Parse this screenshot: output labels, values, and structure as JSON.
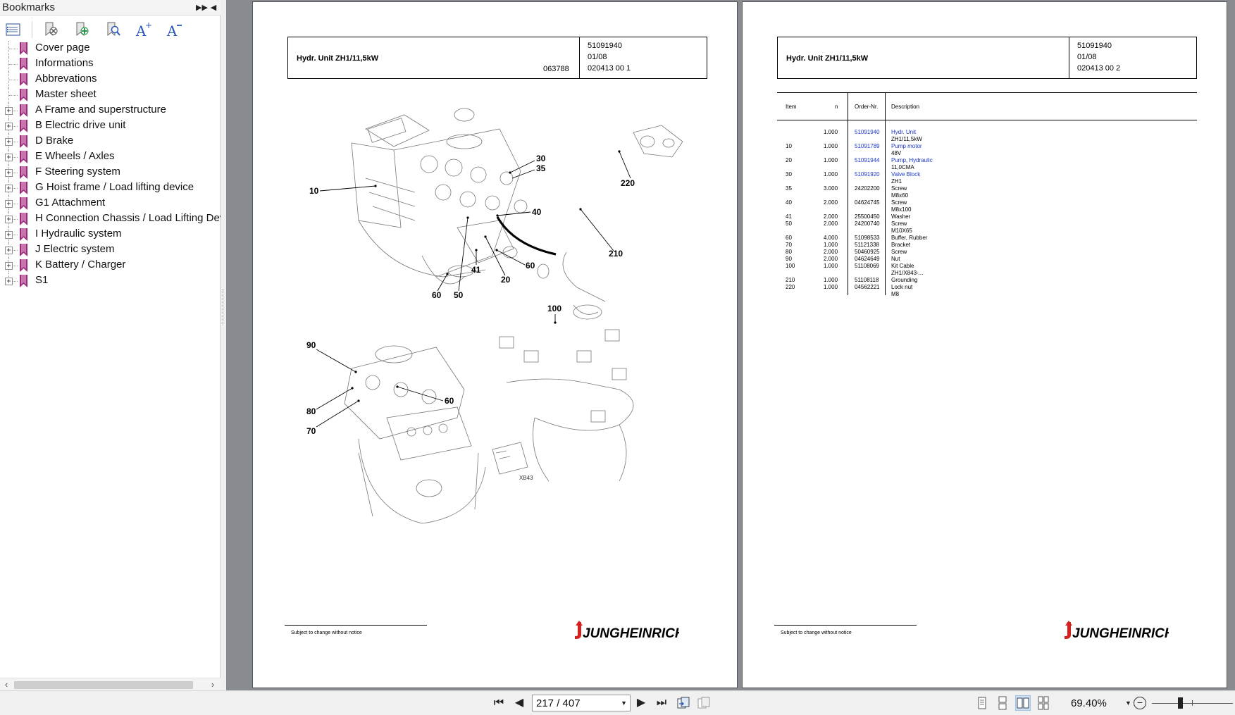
{
  "bookmarks_panel": {
    "title": "Bookmarks",
    "items": [
      {
        "label": "Cover page",
        "expandable": false
      },
      {
        "label": "Informations",
        "expandable": false
      },
      {
        "label": "Abbrevations",
        "expandable": false
      },
      {
        "label": "Master sheet",
        "expandable": false
      },
      {
        "label": "A Frame and superstructure",
        "expandable": true
      },
      {
        "label": "B Electric drive unit",
        "expandable": true
      },
      {
        "label": "D Brake",
        "expandable": true
      },
      {
        "label": "E Wheels / Axles",
        "expandable": true
      },
      {
        "label": "F Steering system",
        "expandable": true
      },
      {
        "label": "G Hoist frame / Load lifting device",
        "expandable": true
      },
      {
        "label": "G1 Attachment",
        "expandable": true
      },
      {
        "label": "H Connection Chassis / Load Lifting Devi",
        "expandable": true
      },
      {
        "label": "I Hydraulic system",
        "expandable": true
      },
      {
        "label": "J Electric system",
        "expandable": true
      },
      {
        "label": "K Battery / Charger",
        "expandable": true
      },
      {
        "label": "S1",
        "expandable": true
      }
    ]
  },
  "left_page": {
    "title": "Hydr. Unit ZH1/11,5kW",
    "doc_number": "063788",
    "meta": [
      "51091940",
      "01/08",
      "020413 00 1"
    ],
    "callouts": [
      "10",
      "30",
      "35",
      "220",
      "40",
      "210",
      "60",
      "20",
      "41",
      "60",
      "50",
      "100",
      "90",
      "60",
      "80",
      "70"
    ],
    "connector_label": "XB43",
    "footer": "Subject to change without notice",
    "logo": "JUNGHEINRICH"
  },
  "right_page": {
    "title": "Hydr. Unit ZH1/11,5kW",
    "meta": [
      "51091940",
      "01/08",
      "020413 00 2"
    ],
    "columns": {
      "item": "Item",
      "n": "n",
      "order": "Order-Nr.",
      "desc": "Description"
    },
    "rows": [
      {
        "item": "",
        "n": "1.000",
        "order": "51091940",
        "desc": "Hydr. Unit",
        "sub": "ZH1/11,5kW",
        "link": true
      },
      {
        "item": "10",
        "n": "1.000",
        "order": "51091789",
        "desc": "Pump motor",
        "sub": "48V",
        "link": true
      },
      {
        "item": "20",
        "n": "1.000",
        "order": "51091944",
        "desc": "Pump, Hydraulic",
        "sub": "11,0CMA",
        "link": true
      },
      {
        "item": "30",
        "n": "1.000",
        "order": "51091920",
        "desc": "Valve Block",
        "sub": "ZH1",
        "link": true
      },
      {
        "item": "35",
        "n": "3.000",
        "order": "24202200",
        "desc": "Screw",
        "sub": "M8x60",
        "link": false
      },
      {
        "item": "40",
        "n": "2.000",
        "order": "04624745",
        "desc": "Screw",
        "sub": "M8x100",
        "link": false
      },
      {
        "item": "41",
        "n": "2.000",
        "order": "25500450",
        "desc": "Washer",
        "sub": "",
        "link": false
      },
      {
        "item": "50",
        "n": "2.000",
        "order": "24200740",
        "desc": "Screw",
        "sub": "M10X65",
        "link": false
      },
      {
        "item": "60",
        "n": "4.000",
        "order": "51098533",
        "desc": "Buffer, Rubber",
        "sub": "",
        "link": false
      },
      {
        "item": "70",
        "n": "1.000",
        "order": "51121338",
        "desc": "Bracket",
        "sub": "",
        "link": false
      },
      {
        "item": "80",
        "n": "2.000",
        "order": "50460925",
        "desc": "Screw",
        "sub": "",
        "link": false
      },
      {
        "item": "90",
        "n": "2.000",
        "order": "04624649",
        "desc": "Nut",
        "sub": "",
        "link": false
      },
      {
        "item": "100",
        "n": "1.000",
        "order": "51108069",
        "desc": "Kit Cable",
        "sub": "ZH1/X843-...",
        "link": false
      },
      {
        "item": "210",
        "n": "1.000",
        "order": "51108118",
        "desc": "Grounding",
        "sub": "",
        "link": false
      },
      {
        "item": "220",
        "n": "1.000",
        "order": "04562221",
        "desc": "Lock nut",
        "sub": "M8",
        "link": false
      }
    ],
    "footer": "Subject to change without notice",
    "logo": "JUNGHEINRICH"
  },
  "statusbar": {
    "page_indicator": "217 / 407",
    "zoom": "69.40%"
  },
  "icons": {
    "expand_panel": "double-chevron-right-icon",
    "collapse_panel": "triangle-left-icon",
    "toolbar": [
      "bookmark-options-icon",
      "delete-bookmark-icon",
      "add-bookmark-icon",
      "find-bookmark-icon",
      "increase-text-size-icon",
      "decrease-text-size-icon"
    ]
  },
  "colors": {
    "bookmark_icon": "#9a2a78",
    "link_blue": "#1a36c9",
    "logo_red": "#d4201e",
    "doc_bg": "#888b90"
  }
}
